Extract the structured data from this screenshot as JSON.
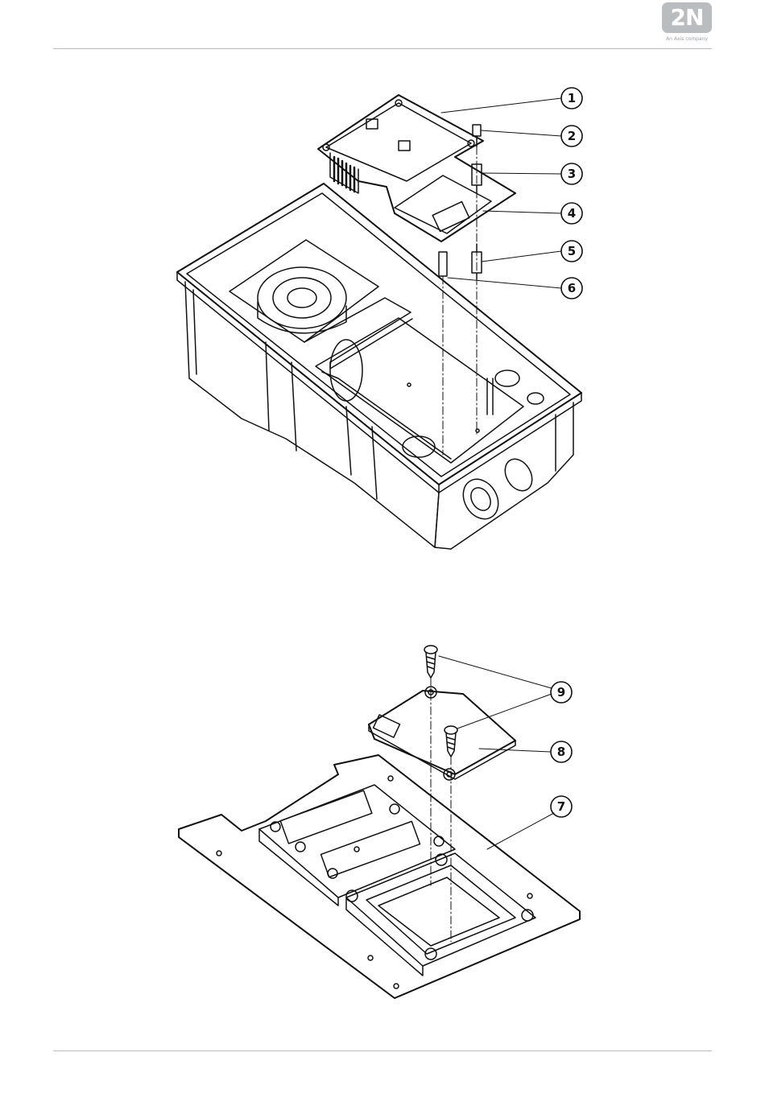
{
  "header": {
    "logo_text": "2N",
    "logo_tagline": "An Axis company"
  },
  "figure1": {
    "callouts": [
      "1",
      "2",
      "3",
      "4",
      "5",
      "6"
    ]
  },
  "figure2": {
    "callouts": [
      "9",
      "8",
      "7"
    ]
  },
  "colors": {
    "line": "#111111",
    "rule": "#b8bcbf",
    "logo": "#b9bdc0"
  }
}
